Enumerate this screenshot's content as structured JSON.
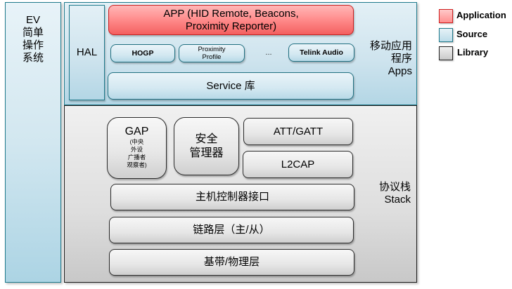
{
  "diagram": {
    "os_column": {
      "label_line1": "EV",
      "label_line2": "简单",
      "label_line3": "操作",
      "label_line4": "系统"
    },
    "apps_layer": {
      "label_line1": "移动应用",
      "label_line2": "程序",
      "label_line3": "Apps",
      "hal": "HAL",
      "app_line1": "APP (HID Remote, Beacons,",
      "app_line2": "Proximity Reporter)",
      "profiles": [
        {
          "label": "HOGP"
        },
        {
          "label_line1": "Proximity",
          "label_line2": "Profile"
        },
        {
          "label": "..."
        },
        {
          "label": "Telink Audio"
        }
      ],
      "service": "Service 库"
    },
    "stack_layer": {
      "label_line1": "协议栈",
      "label_line2": "Stack",
      "gap_title": "GAP",
      "gap_sub1": "(中央",
      "gap_sub2": "外设",
      "gap_sub3": "广播者",
      "gap_sub4": "观察者)",
      "security_line1": "安全",
      "security_line2": "管理器",
      "att_gatt": "ATT/GATT",
      "l2cap": "L2CAP",
      "hci": "主机控制器接口",
      "link_layer": "链路层（主/从）",
      "phy": "基带/物理层"
    }
  },
  "legend": {
    "items": [
      {
        "label": "Application",
        "color": "#ff9a9a"
      },
      {
        "label": "Source",
        "color": "#cfe4ee"
      },
      {
        "label": "Library",
        "color": "#d9d9d9"
      }
    ]
  }
}
